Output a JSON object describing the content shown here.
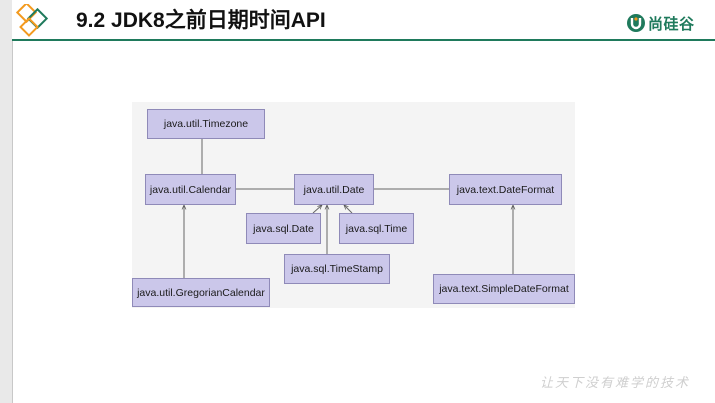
{
  "slide": {
    "title": "9.2 JDK8之前日期时间API",
    "brand_name": "尚硅谷",
    "watermark": "让天下没有难学的技术"
  },
  "diagram": {
    "classes": {
      "timezone": "java.util.Timezone",
      "calendar": "java.util.Calendar",
      "date": "java.util.Date",
      "dateformat": "java.text.DateFormat",
      "sql_date": "java.sql.Date",
      "sql_time": "java.sql.Time",
      "sql_timestamp": "java.sql.TimeStamp",
      "gregorian": "java.util.GregorianCalendar",
      "simpledateformat": "java.text.SimpleDateFormat"
    },
    "colors": {
      "class_fill": "#cbc7ea",
      "class_border": "#8f8ab8",
      "line": "#666666"
    }
  },
  "theme": {
    "accent": "#1f7a5c",
    "logo_orange": "#f39a1e"
  }
}
